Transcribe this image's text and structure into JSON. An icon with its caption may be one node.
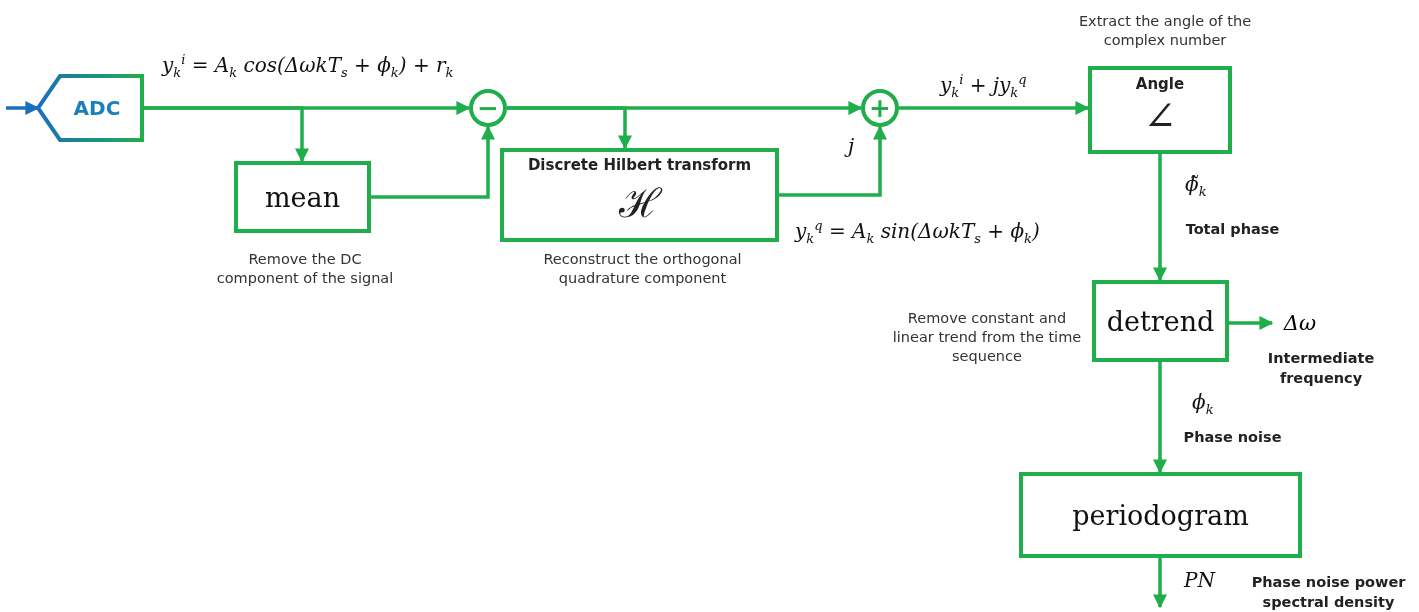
{
  "diagram": {
    "nodes": [
      {
        "text": [
          "ADC"
        ]
      },
      {
        "text": [
          "−"
        ]
      },
      {
        "text": [
          "mean"
        ],
        "beside": [
          "Remove the DC component of the signal"
        ]
      },
      {
        "text": [
          "Discrete Hilbert transform",
          "ℋ"
        ],
        "beside": [
          "Reconstruct the orthogonal quadrature component"
        ]
      },
      {
        "text": [
          "+"
        ],
        "beside": [
          "j"
        ]
      },
      {
        "text": [
          "Angle",
          "∠"
        ],
        "beside": [
          "Extract the angle of the complex number"
        ]
      },
      {
        "text": [
          "detrend"
        ],
        "beside": [
          "Remove constant and linear trend from the time sequence"
        ]
      },
      {
        "text": [
          "Δω"
        ]
      },
      {
        "text": [
          "periodogram"
        ]
      }
    ],
    "edges": [
      {
        "from": null,
        "to": 0,
        "arrow": "to",
        "color": "#1a6fbf"
      },
      {
        "from": 0,
        "to": 1,
        "arrow": "to",
        "label": "y$_{k}$$^{i}$ = A$_{k}$ cos(ΔωkT$_{s}$ + ϕ$_{k}$) + r$_{k}$"
      },
      {
        "from": 0,
        "to": 2,
        "arrow": "to"
      },
      {
        "from": 2,
        "to": 1,
        "arrow": "to"
      },
      {
        "from": 1,
        "to": 4,
        "arrow": "to"
      },
      {
        "from": 1,
        "to": 3,
        "arrow": "to"
      },
      {
        "from": 3,
        "to": 4,
        "arrow": "to",
        "label": "y$_{k}$$^{q}$ = A$_{k}$ sin(ΔωkT$_{s}$ + ϕ$_{k}$)"
      },
      {
        "from": 4,
        "to": 5,
        "arrow": "to",
        "label": "y$_{k}$$^{i}$ + jy$_{k}$$^{q}$"
      },
      {
        "from": 5,
        "to": 6,
        "arrow": "to",
        "label": "ϕ̃$_{k}$"
      },
      {
        "from": 6,
        "to": 7,
        "arrow": "to"
      },
      {
        "from": 6,
        "to": 8,
        "arrow": "to",
        "label": "ϕ$_{k}$"
      },
      {
        "from": 8,
        "to": null,
        "arrow": "to",
        "label": "PN"
      }
    ],
    "labels": [
      "Total phase",
      "Intermediate frequency",
      "Phase noise",
      "Phase noise power spectral density"
    ]
  }
}
